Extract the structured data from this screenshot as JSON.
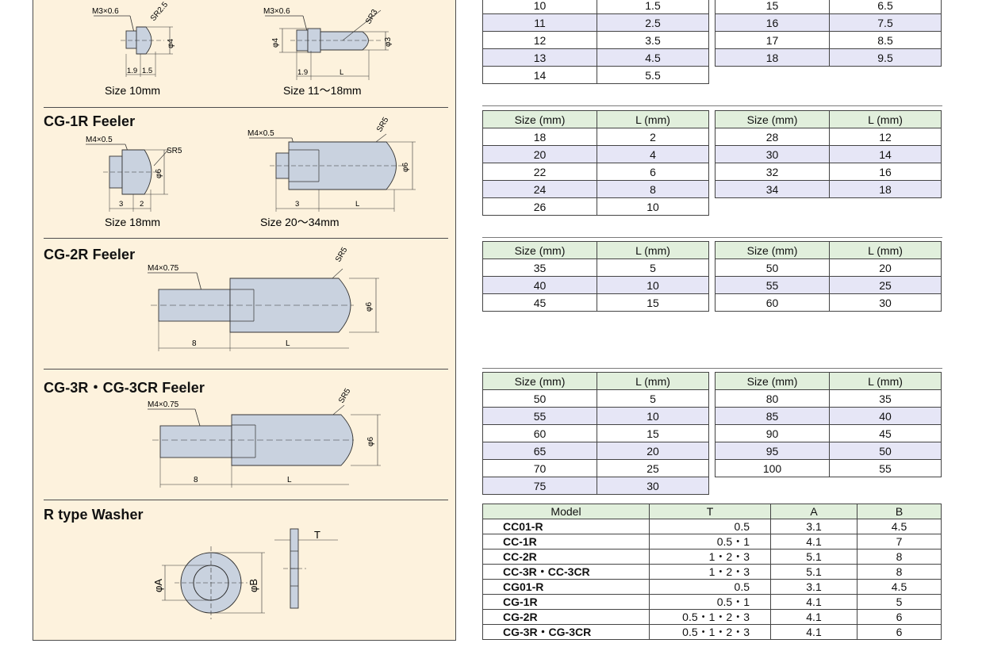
{
  "left": {
    "cc01": {
      "a": {
        "thread": "M3×0.6",
        "sr": "SR2.5",
        "dia": "φ4",
        "dim1": "1.9",
        "dim2": "1.5",
        "caption": "Size 10mm"
      },
      "b": {
        "thread": "M3×0.6",
        "sr": "SR3",
        "dia_left": "φ4",
        "dia_right": "φ3",
        "dim1": "1.9",
        "dimL": "L",
        "caption": "Size 11～18mm"
      }
    },
    "cg1r": {
      "title": "CG-1R Feeler",
      "a": {
        "thread": "M4×0.5",
        "sr": "SR5",
        "dia": "φ6",
        "dim1": "3",
        "dim2": "2",
        "caption": "Size 18mm"
      },
      "b": {
        "thread": "M4×0.5",
        "sr": "SR5",
        "dia": "φ6",
        "dim1": "3",
        "dimL": "L",
        "caption": "Size 20～34mm"
      }
    },
    "cg2r": {
      "title": "CG-2R Feeler",
      "thread": "M4×0.75",
      "sr": "SR5",
      "dia": "φ6",
      "dim1": "8",
      "dimL": "L"
    },
    "cg3r": {
      "title": "CG-3R・CG-3CR Feeler",
      "thread": "M4×0.75",
      "sr": "SR5",
      "dia": "φ6",
      "dim1": "8",
      "dimL": "L"
    },
    "washer": {
      "title": "R type Washer",
      "dia_a": "φA",
      "dia_b": "φB",
      "t": "T"
    }
  },
  "tables": {
    "t1": {
      "left": [
        [
          "10",
          "1.5"
        ],
        [
          "11",
          "2.5"
        ],
        [
          "12",
          "3.5"
        ],
        [
          "13",
          "4.5"
        ],
        [
          "14",
          "5.5"
        ]
      ],
      "right": [
        [
          "15",
          "6.5"
        ],
        [
          "16",
          "7.5"
        ],
        [
          "17",
          "8.5"
        ],
        [
          "18",
          "9.5"
        ]
      ]
    },
    "t2": {
      "hdr_size": "Size (mm)",
      "hdr_l": "L (mm)",
      "left": [
        [
          "18",
          "2"
        ],
        [
          "20",
          "4"
        ],
        [
          "22",
          "6"
        ],
        [
          "24",
          "8"
        ],
        [
          "26",
          "10"
        ]
      ],
      "right": [
        [
          "28",
          "12"
        ],
        [
          "30",
          "14"
        ],
        [
          "32",
          "16"
        ],
        [
          "34",
          "18"
        ]
      ]
    },
    "t3": {
      "hdr_size": "Size (mm)",
      "hdr_l": "L (mm)",
      "left": [
        [
          "35",
          "5"
        ],
        [
          "40",
          "10"
        ],
        [
          "45",
          "15"
        ]
      ],
      "right": [
        [
          "50",
          "20"
        ],
        [
          "55",
          "25"
        ],
        [
          "60",
          "30"
        ]
      ]
    },
    "t4": {
      "hdr_size": "Size (mm)",
      "hdr_l": "L (mm)",
      "left": [
        [
          "50",
          "5"
        ],
        [
          "55",
          "10"
        ],
        [
          "60",
          "15"
        ],
        [
          "65",
          "20"
        ],
        [
          "70",
          "25"
        ],
        [
          "75",
          "30"
        ]
      ],
      "right": [
        [
          "80",
          "35"
        ],
        [
          "85",
          "40"
        ],
        [
          "90",
          "45"
        ],
        [
          "95",
          "50"
        ],
        [
          "100",
          "55"
        ]
      ]
    },
    "model": {
      "headers": [
        "Model",
        "T",
        "A",
        "B"
      ],
      "rows": [
        [
          "CC01-R",
          "0.5",
          "3.1",
          "4.5"
        ],
        [
          "CC-1R",
          "0.5・1",
          "4.1",
          "7"
        ],
        [
          "CC-2R",
          "1・2・3",
          "5.1",
          "8"
        ],
        [
          "CC-3R・CC-3CR",
          "1・2・3",
          "5.1",
          "8"
        ],
        [
          "CG01-R",
          "0.5",
          "3.1",
          "4.5"
        ],
        [
          "CG-1R",
          "0.5・1",
          "4.1",
          "5"
        ],
        [
          "CG-2R",
          "0.5・1・2・3",
          "4.1",
          "6"
        ],
        [
          "CG-3R・CG-3CR",
          "0.5・1・2・3",
          "4.1",
          "6"
        ]
      ]
    }
  }
}
